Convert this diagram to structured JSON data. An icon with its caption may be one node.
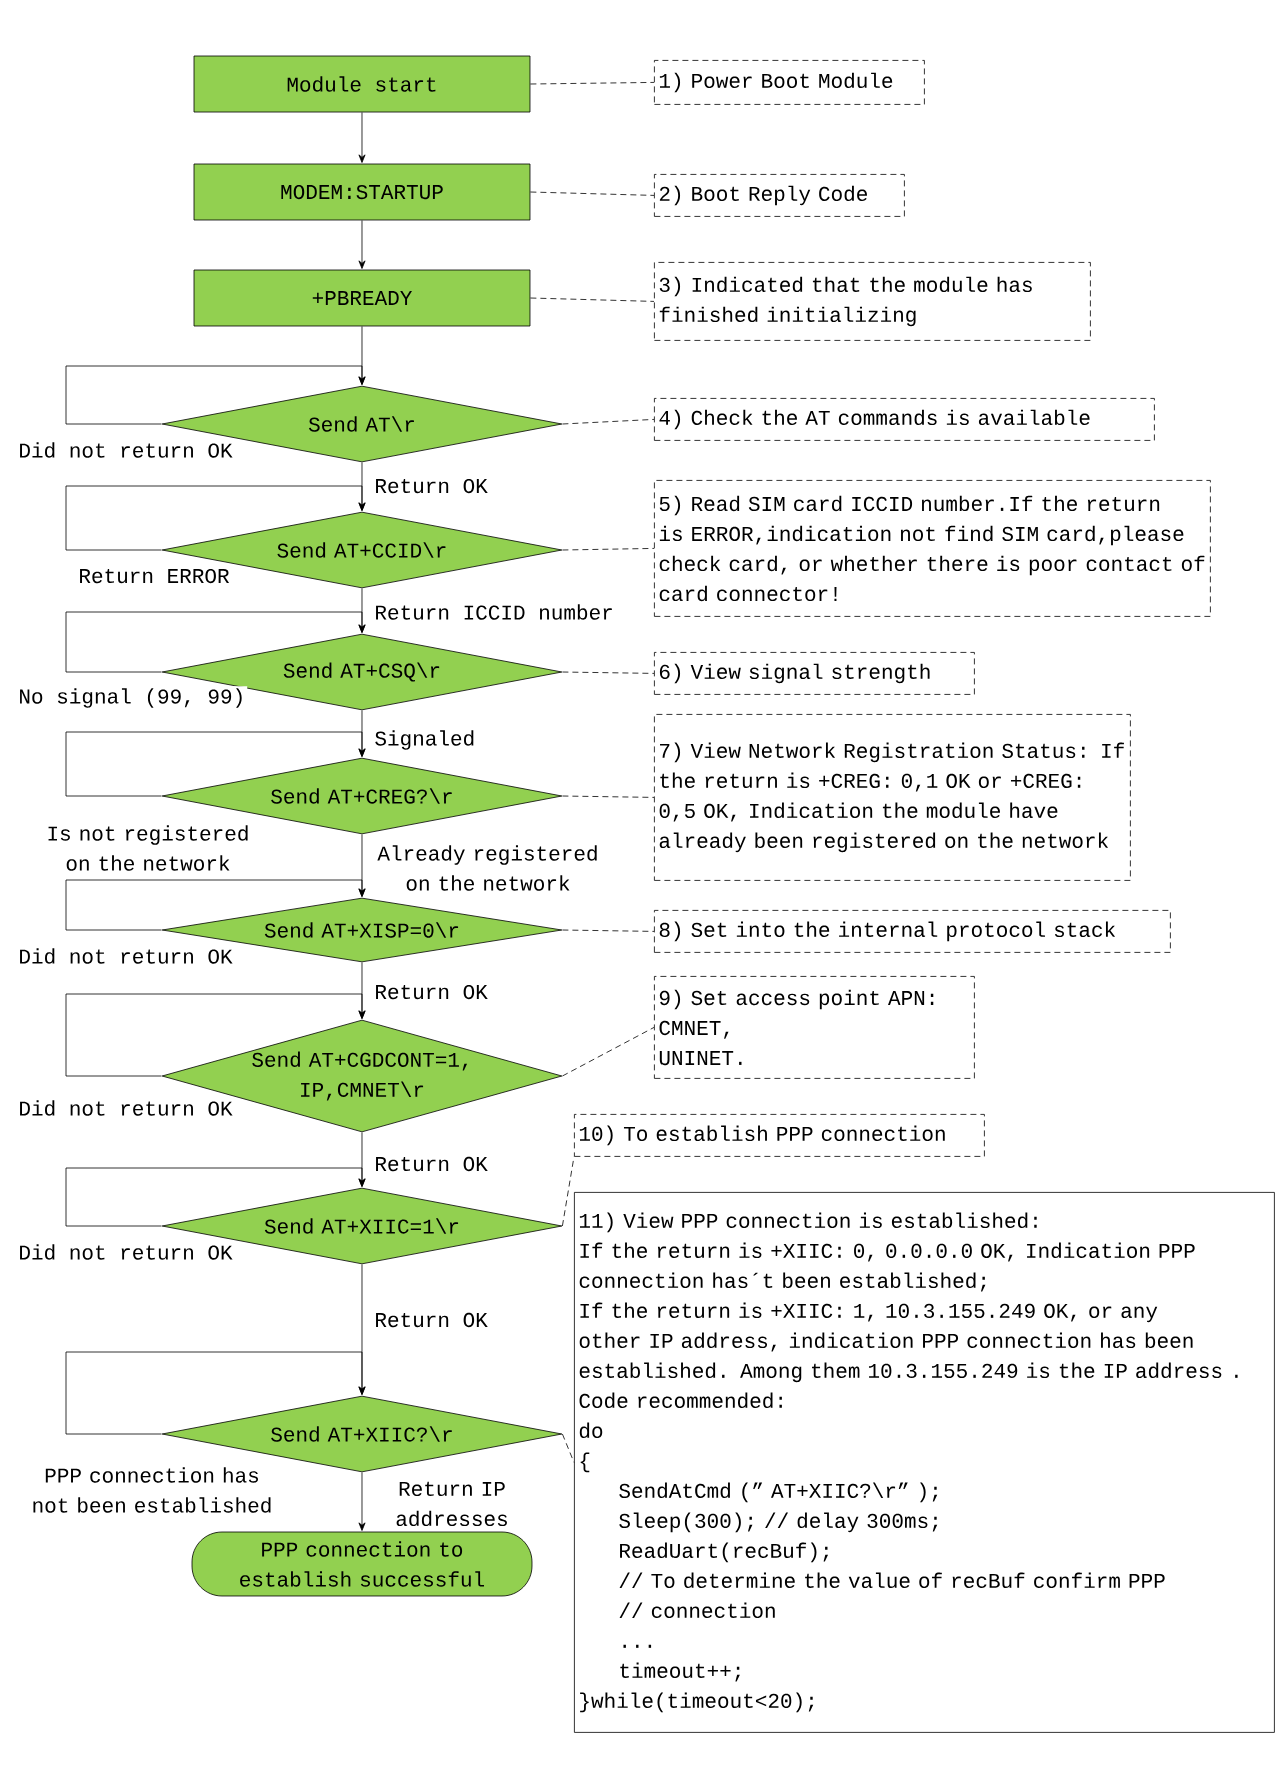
{
  "diagram": {
    "nodes": [
      {
        "text": [
          "Module start"
        ]
      },
      {
        "text": [
          "MODEM:STARTUP"
        ]
      },
      {
        "text": [
          "+PBREADY"
        ]
      },
      {
        "text": [
          "Send AT\\r"
        ]
      },
      {
        "text": [
          "Send AT+CCID\\r"
        ]
      },
      {
        "text": [
          "Send AT+CSQ\\r"
        ]
      },
      {
        "text": [
          "Send AT+CREG?\\r"
        ]
      },
      {
        "text": [
          "Send AT+XISP=0\\r"
        ]
      },
      {
        "text": [
          "Send AT+CGDCONT=1, IP,CMNET\\r"
        ]
      },
      {
        "text": [
          "Send AT+XIIC=1\\r"
        ]
      },
      {
        "text": [
          "Send AT+XIIC?\\r"
        ]
      },
      {
        "text": [
          "PPP connection to establish successful"
        ]
      },
      {
        "text": [
          "1) Power Boot Module"
        ]
      },
      {
        "text": [
          "2) Boot Reply Code"
        ]
      },
      {
        "text": [
          "3) Indicated that the module has finished initializing"
        ]
      },
      {
        "text": [
          "4) Check the AT commands is available"
        ]
      },
      {
        "text": [
          "5) Read SIM card ICCID number.If the return is ERROR,indication not find SIM card,please check card, or whether there is poor contact of card connector!"
        ]
      },
      {
        "text": [
          "6) View  signal strength"
        ]
      },
      {
        "text": [
          "7) View Network Registration Status: If the return is +CREG: 0,1 OK or +CREG: 0,5 OK, Indication the module have already been registered on the network"
        ]
      },
      {
        "text": [
          "8) Set into the internal protocol stack"
        ]
      },
      {
        "text": [
          "9) Set access point APN:",
          "CMNET,",
          "UNINET."
        ]
      },
      {
        "text": [
          "10) To establish PPP connection"
        ]
      },
      {
        "text": [
          "11) View PPP connection is established:",
          "If the return is +XIIC: 0, 0.0.0.0 OK, Indication PPP connection has´t been established;",
          "If the return is +XIIC: 1, 10.3.155.249 OK, or any other IP address, indication PPP connection has been established. Among them 10.3.155.249 is the IP address . Code recommended:",
          "do",
          "{",
          "SendAtCmd (” AT+XIIC?\\r” );",
          "Sleep(300); // delay 300ms;",
          "ReadUart(recBuf);",
          "// To determine the value of recBuf confirm PPP",
          "// connection",
          "...",
          "timeout++;",
          "}while(timeout<20);"
        ]
      }
    ],
    "edges": [
      {
        "from": 0,
        "to": 1,
        "arrow": "to"
      },
      {
        "from": 1,
        "to": 2,
        "arrow": "to"
      },
      {
        "from": 2,
        "to": 3,
        "arrow": "to"
      },
      {
        "from": 3,
        "to": 4,
        "arrow": "to",
        "label": "Return OK"
      },
      {
        "from": 4,
        "to": 5,
        "arrow": "to",
        "label": "Return ICCID number"
      },
      {
        "from": 5,
        "to": 6,
        "arrow": "to",
        "label": "Signaled"
      },
      {
        "from": 6,
        "to": 7,
        "arrow": "to",
        "label": "Already registered on the network"
      },
      {
        "from": 7,
        "to": 8,
        "arrow": "to",
        "label": "Return OK"
      },
      {
        "from": 8,
        "to": 9,
        "arrow": "to",
        "label": "Return OK"
      },
      {
        "from": 9,
        "to": 10,
        "arrow": "to",
        "label": "Return OK"
      },
      {
        "from": 10,
        "to": 11,
        "arrow": "to",
        "label": "Return IP addresses"
      },
      {
        "from": 3,
        "to": 3,
        "arrow": "to",
        "label": "Did not return OK"
      },
      {
        "from": 4,
        "to": 4,
        "arrow": "to",
        "label": "Return ERROR"
      },
      {
        "from": 5,
        "to": 5,
        "arrow": "to",
        "label": "No signal (99, 99)"
      },
      {
        "from": 6,
        "to": 6,
        "arrow": "to",
        "label": "Is not registered on the network"
      },
      {
        "from": 7,
        "to": 7,
        "arrow": "to",
        "label": "Did not return OK"
      },
      {
        "from": 8,
        "to": 8,
        "arrow": "to",
        "label": "Did not return OK"
      },
      {
        "from": 9,
        "to": 9,
        "arrow": "to",
        "label": "Did not return OK"
      },
      {
        "from": 10,
        "to": 10,
        "arrow": "to",
        "label": "PPP connection has not been established"
      },
      {
        "from": 0,
        "to": 12,
        "arrow": "none",
        "style": "dashed"
      },
      {
        "from": 1,
        "to": 13,
        "arrow": "none",
        "style": "dashed"
      },
      {
        "from": 2,
        "to": 14,
        "arrow": "none",
        "style": "dashed"
      },
      {
        "from": 3,
        "to": 15,
        "arrow": "none",
        "style": "dashed"
      },
      {
        "from": 4,
        "to": 16,
        "arrow": "none",
        "style": "dashed"
      },
      {
        "from": 5,
        "to": 17,
        "arrow": "none",
        "style": "dashed"
      },
      {
        "from": 6,
        "to": 18,
        "arrow": "none",
        "style": "dashed"
      },
      {
        "from": 7,
        "to": 19,
        "arrow": "none",
        "style": "dashed"
      },
      {
        "from": 8,
        "to": 20,
        "arrow": "none",
        "style": "dashed"
      },
      {
        "from": 9,
        "to": 21,
        "arrow": "none",
        "style": "dashed"
      },
      {
        "from": 10,
        "to": 22,
        "arrow": "none",
        "style": "dashed"
      }
    ]
  }
}
